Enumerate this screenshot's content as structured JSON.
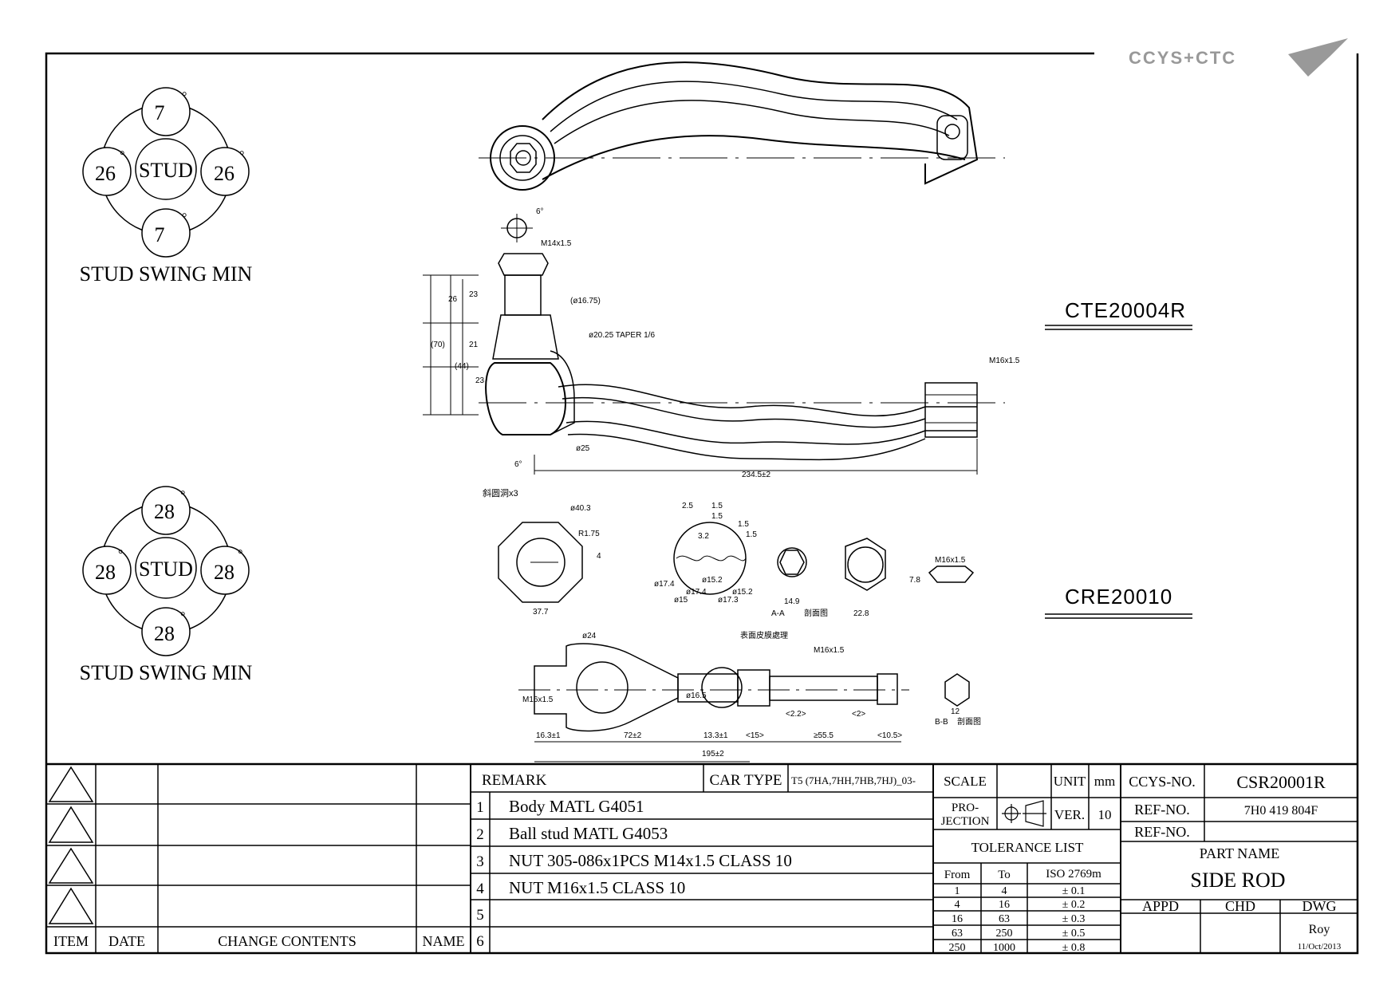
{
  "logo": {
    "text": "CCYS+CTC"
  },
  "stud_swing": [
    {
      "top": "7",
      "left": "26",
      "center": "STUD",
      "right": "26",
      "bottom": "7",
      "caption": "STUD SWING MIN",
      "unit": "°"
    },
    {
      "top": "28",
      "left": "28",
      "center": "STUD",
      "right": "28",
      "bottom": "28",
      "caption": "STUD SWING MIN",
      "unit": "°"
    }
  ],
  "part_labels": {
    "upper": "CTE20004R",
    "lower": "CRE20010"
  },
  "upper_dims": {
    "hex": "6°",
    "thread": "M14x1.5",
    "d1": "(ø16.75)",
    "taper": "ø20.25 TAPER 1/6",
    "v26": "26",
    "v23": "23",
    "v21": "21",
    "v23b": "23",
    "v70": "(70)",
    "v44": "(44)",
    "angle": "6°",
    "d25": "ø25",
    "length": "234.5±2",
    "thread2": "M16x1.5"
  },
  "lower_dims": {
    "note1": "斜圆洞x3",
    "d403": "ø40.3",
    "r175": "R1.75",
    "v4": "4",
    "w377": "37.7",
    "s25": "2.5",
    "s15a": "1.5",
    "s15b": "1.5",
    "s15c": "1.5",
    "s15d": "1.5",
    "s32": "3.2",
    "d174": "ø17.4",
    "d15": "ø15",
    "d174b": "ø17.4",
    "d152": "ø15.2",
    "d173": "ø17.3",
    "d152b": "ø15.2",
    "w149": "14.9",
    "secAA": "A-A",
    "secAAnote": "剖面图",
    "w228": "22.8",
    "v78": "7.8",
    "m16": "M16x1.5",
    "surface": "表面皮膜處理",
    "thread": "M16x1.5",
    "d24": "ø24",
    "m16v": "M16x1.5",
    "d165": "ø16.5",
    "l163": "16.3±1",
    "l72": "72±2",
    "l133": "13.3±1",
    "l15": "<15>",
    "l22": "<2.2>",
    "l2": "<2>",
    "l555": "≥55.5",
    "l105": "<10.5>",
    "l195": "195±2",
    "w12": "12",
    "secBB": "B-B",
    "secBBnote": "剖面图"
  },
  "revision": {
    "headers": [
      "ITEM",
      "DATE",
      "CHANGE CONTENTS",
      "NAME"
    ]
  },
  "remarks": {
    "header": "REMARK",
    "car_type_label": "CAR TYPE",
    "car_type": "T5 (7HA,7HH,7HB,7HJ)_03-",
    "items": [
      {
        "n": "1",
        "text": "Body MATL G4051"
      },
      {
        "n": "2",
        "text": "Ball stud MATL G4053"
      },
      {
        "n": "3",
        "text": "NUT 305-086x1PCS M14x1.5 CLASS 10"
      },
      {
        "n": "4",
        "text": "NUT M16x1.5 CLASS 10"
      },
      {
        "n": "5",
        "text": ""
      },
      {
        "n": "6",
        "text": ""
      }
    ]
  },
  "title_block": {
    "scale_label": "SCALE",
    "unit_label": "UNIT",
    "unit": "mm",
    "projection_label1": "PRO-",
    "projection_label2": "JECTION",
    "ver_label": "VER.",
    "ver": "10",
    "ccys_label": "CCYS-NO.",
    "ccys_no": "CSR20001R",
    "ref_label": "REF-NO.",
    "ref_no": "7H0 419 804F",
    "ref_label2": "REF-NO.",
    "ref_no2": "",
    "part_name_label": "PART NAME",
    "part_name": "SIDE ROD",
    "appd": "APPD",
    "chd": "CHD",
    "dwg": "DWG",
    "dwg_by": "Roy",
    "date": "11/Oct/2013"
  },
  "tolerance": {
    "title": "TOLERANCE LIST",
    "headers": [
      "From",
      "To",
      "ISO 2769m"
    ],
    "rows": [
      [
        "1",
        "4",
        "± 0.1"
      ],
      [
        "4",
        "16",
        "± 0.2"
      ],
      [
        "16",
        "63",
        "± 0.3"
      ],
      [
        "63",
        "250",
        "± 0.5"
      ],
      [
        "250",
        "1000",
        "± 0.8"
      ]
    ]
  }
}
